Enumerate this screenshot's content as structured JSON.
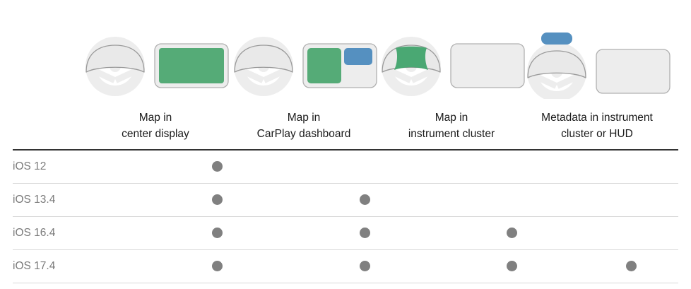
{
  "colors": {
    "map_green": "#55ab77",
    "metadata_blue": "#5590c0",
    "dot_grey": "#808080",
    "wheel_ghost": "#ebebeb",
    "panel_fill": "#ebebeb",
    "panel_stroke": "#b0b0b0",
    "row_label_grey": "#7a7a7a",
    "header_rule": "#333333",
    "row_rule": "#d8d8d8"
  },
  "columns": [
    {
      "id": "center-display",
      "header_line1": "Map in",
      "header_line2": "center display",
      "icon": "steering-wheel-with-center-display-map-icon",
      "icon_parts": {
        "cluster": "plain",
        "center_display": "full-green",
        "hud": "none"
      }
    },
    {
      "id": "carplay-dashboard",
      "header_line1": "Map in",
      "header_line2": "CarPlay dashboard",
      "icon": "steering-wheel-with-carplay-dashboard-icon",
      "icon_parts": {
        "cluster": "plain",
        "center_display": "split-green-blue",
        "hud": "none"
      }
    },
    {
      "id": "instrument-cluster",
      "header_line1": "Map in",
      "header_line2": "instrument cluster",
      "icon": "steering-wheel-with-instrument-cluster-map-icon",
      "icon_parts": {
        "cluster": "green",
        "center_display": "empty",
        "hud": "none"
      }
    },
    {
      "id": "metadata-cluster-hud",
      "header_line1": "Metadata in instrument",
      "header_line2": "cluster or HUD",
      "icon": "steering-wheel-with-hud-metadata-icon",
      "icon_parts": {
        "cluster": "plain",
        "center_display": "empty",
        "hud": "blue-bar"
      }
    }
  ],
  "table": {
    "rows": [
      {
        "label": "iOS 12",
        "marks": [
          true,
          false,
          false,
          false
        ]
      },
      {
        "label": "iOS 13.4",
        "marks": [
          true,
          true,
          false,
          false
        ]
      },
      {
        "label": "iOS 16.4",
        "marks": [
          true,
          true,
          true,
          false
        ]
      },
      {
        "label": "iOS 17.4",
        "marks": [
          true,
          true,
          true,
          true
        ]
      }
    ]
  },
  "chart_data": {
    "type": "table",
    "title": "",
    "categories": [
      "Map in center display",
      "Map in CarPlay dashboard",
      "Map in instrument cluster",
      "Metadata in instrument cluster or HUD"
    ],
    "rows": [
      "iOS 12",
      "iOS 13.4",
      "iOS 16.4",
      "iOS 17.4"
    ],
    "values": [
      [
        1,
        0,
        0,
        0
      ],
      [
        1,
        1,
        0,
        0
      ],
      [
        1,
        1,
        1,
        0
      ],
      [
        1,
        1,
        1,
        1
      ]
    ],
    "xlabel": "",
    "ylabel": "",
    "legend": []
  }
}
